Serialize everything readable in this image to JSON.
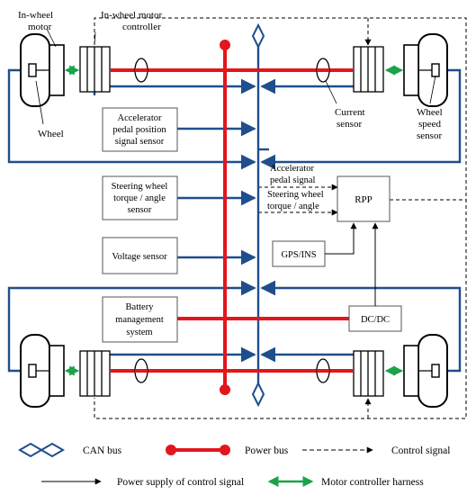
{
  "colors": {
    "can_bus": "#1f4e8c",
    "power_bus": "#e3161b",
    "harness": "#1aa34a",
    "control": "#000000"
  },
  "labels": {
    "in_wheel_motor": [
      "In-wheel",
      "motor"
    ],
    "motor_controller": [
      "In-wheel motor",
      "controller"
    ],
    "wheel": "Wheel",
    "current_sensor": [
      "Current",
      "sensor"
    ],
    "wheel_speed_sensor": [
      "Wheel",
      "speed",
      "sensor"
    ],
    "accel_pedal_sensor": [
      "Accelerator",
      "pedal position",
      "signal sensor"
    ],
    "steering_sensor": [
      "Steering wheel",
      "torque / angle",
      "sensor"
    ],
    "voltage_sensor": "Voltage sensor",
    "bms": [
      "Battery",
      "management",
      "system"
    ],
    "accel_pedal_signal": [
      "Accelerator",
      "pedal signal"
    ],
    "steering_signal": [
      "Steering wheel",
      "torque / angle"
    ],
    "rpp": "RPP",
    "gps": "GPS/INS",
    "dcdc": "DC/DC"
  },
  "legend": {
    "can_bus": "CAN bus",
    "power_bus": "Power bus",
    "control_signal": "Control signal",
    "power_supply": "Power supply of control signal",
    "harness": "Motor controller harness"
  }
}
